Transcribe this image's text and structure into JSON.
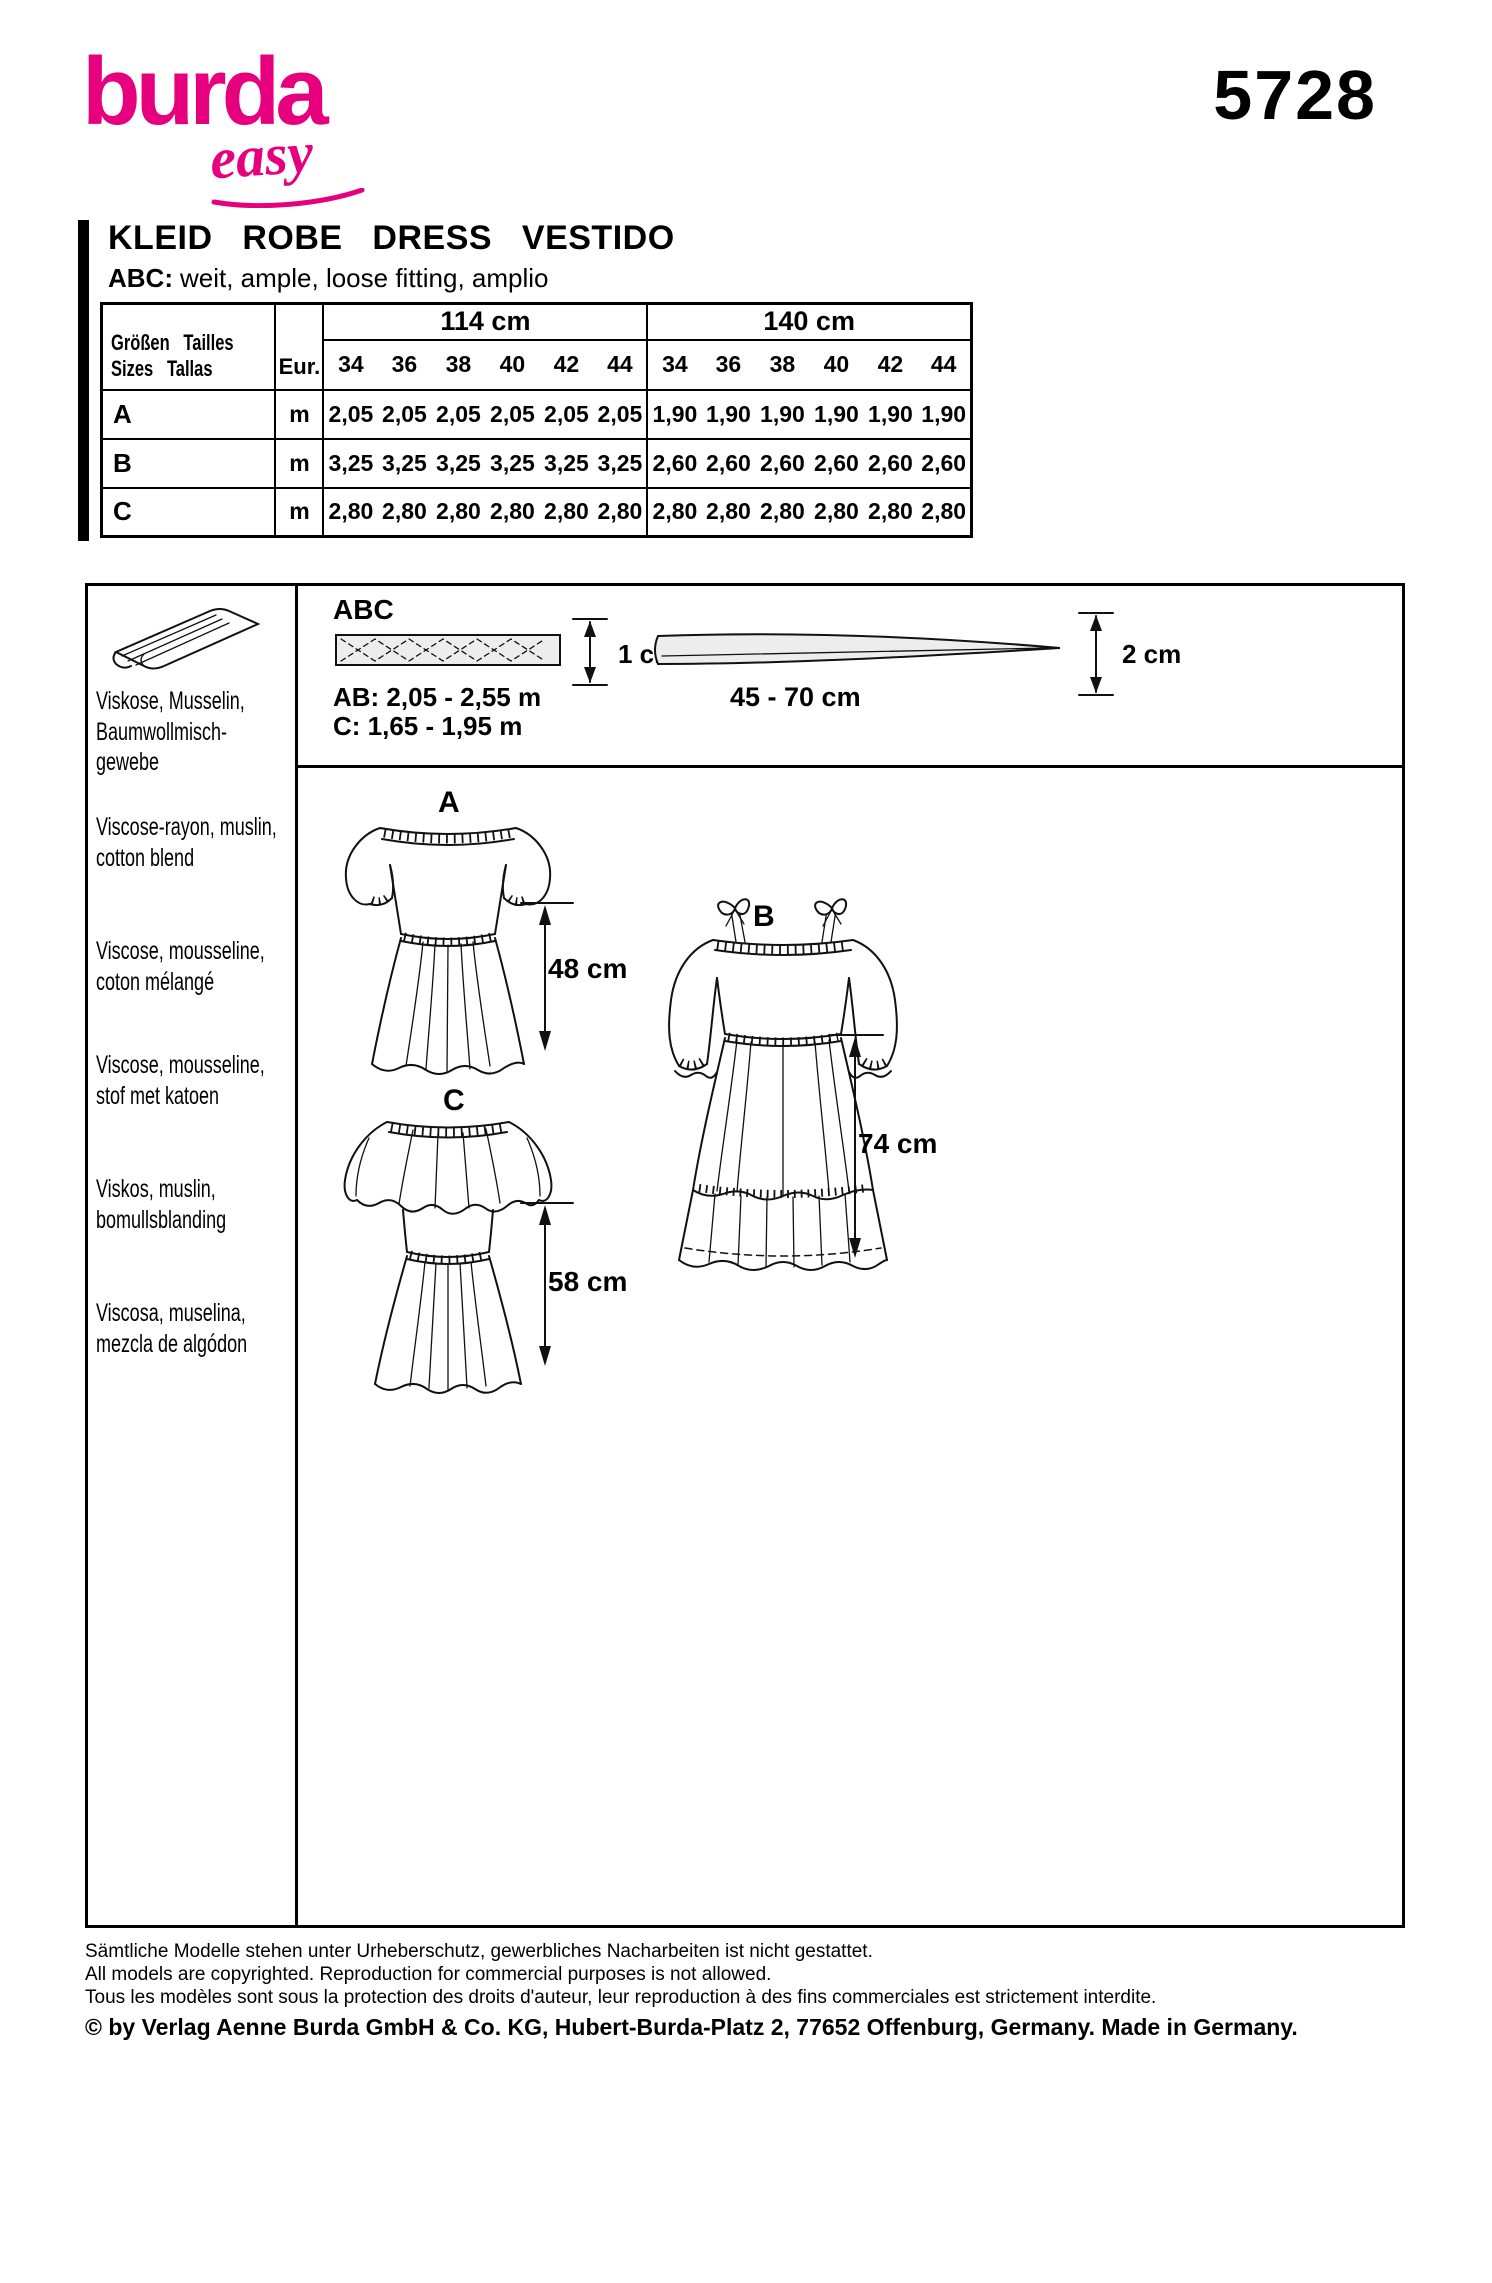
{
  "brand": {
    "logo_main": "burda",
    "logo_sub": "easy",
    "pattern_number": "5728"
  },
  "title": {
    "main": "KLEID   ROBE   DRESS   VESTIDO",
    "sub_label": "ABC:",
    "sub_text": "weit, ample, loose fitting, amplio"
  },
  "size_table": {
    "group_headers": [
      "114 cm",
      "140 cm"
    ],
    "row_header_line1": "Größen   Tailles",
    "row_header_line2": "Sizes   Tallas",
    "eur_label": "Eur.",
    "sizes": [
      "34",
      "36",
      "38",
      "40",
      "42",
      "44"
    ],
    "rows": [
      {
        "label": "A",
        "unit": "m",
        "w114": [
          "2,05",
          "2,05",
          "2,05",
          "2,05",
          "2,05",
          "2,05"
        ],
        "w140": [
          "1,90",
          "1,90",
          "1,90",
          "1,90",
          "1,90",
          "1,90"
        ]
      },
      {
        "label": "B",
        "unit": "m",
        "w114": [
          "3,25",
          "3,25",
          "3,25",
          "3,25",
          "3,25",
          "3,25"
        ],
        "w140": [
          "2,60",
          "2,60",
          "2,60",
          "2,60",
          "2,60",
          "2,60"
        ]
      },
      {
        "label": "C",
        "unit": "m",
        "w114": [
          "2,80",
          "2,80",
          "2,80",
          "2,80",
          "2,80",
          "2,80"
        ],
        "w140": [
          "2,80",
          "2,80",
          "2,80",
          "2,80",
          "2,80",
          "2,80"
        ]
      }
    ]
  },
  "fabrics": [
    {
      "text": "Viskose, Musselin,\nBaumwollmisch-\ngewebe"
    },
    {
      "text": "Viscose-rayon, muslin,\ncotton blend"
    },
    {
      "text": "Viscose, mousseline,\ncoton mélangé"
    },
    {
      "text": "Viscose, mousseline,\nstof met katoen"
    },
    {
      "text": "Viskos, muslin,\nbomullsblanding"
    },
    {
      "text": "Viscosa, muselina,\nmezcla de algódon"
    }
  ],
  "notions": {
    "label": "ABC",
    "elastic1_line1": "AB: 2,05 - 2,55 m",
    "elastic1_line2": "C: 1,65 - 1,95 m",
    "elastic1_width": "1 cm",
    "elastic2_range": "45 - 70 cm",
    "elastic2_width": "2 cm"
  },
  "views": {
    "a": {
      "label": "A",
      "length": "48 cm"
    },
    "b": {
      "label": "B",
      "length": "74 cm"
    },
    "c": {
      "label": "C",
      "length": "58 cm"
    }
  },
  "footer": {
    "line_de": "Sämtliche Modelle stehen unter Urheberschutz, gewerbliches Nacharbeiten ist nicht gestattet.",
    "line_en": "All models are copyrighted. Reproduction for commercial purposes is not allowed.",
    "line_fr": "Tous les modèles sont sous la protection des droits d'auteur, leur reproduction à des fins commerciales est strictement interdite.",
    "line_copyright": "© by Verlag Aenne Burda GmbH & Co. KG, Hubert-Burda-Platz 2, 77652 Offenburg, Germany. Made in Germany."
  },
  "colors": {
    "brand_magenta": "#e6007e",
    "ink": "#000000"
  }
}
